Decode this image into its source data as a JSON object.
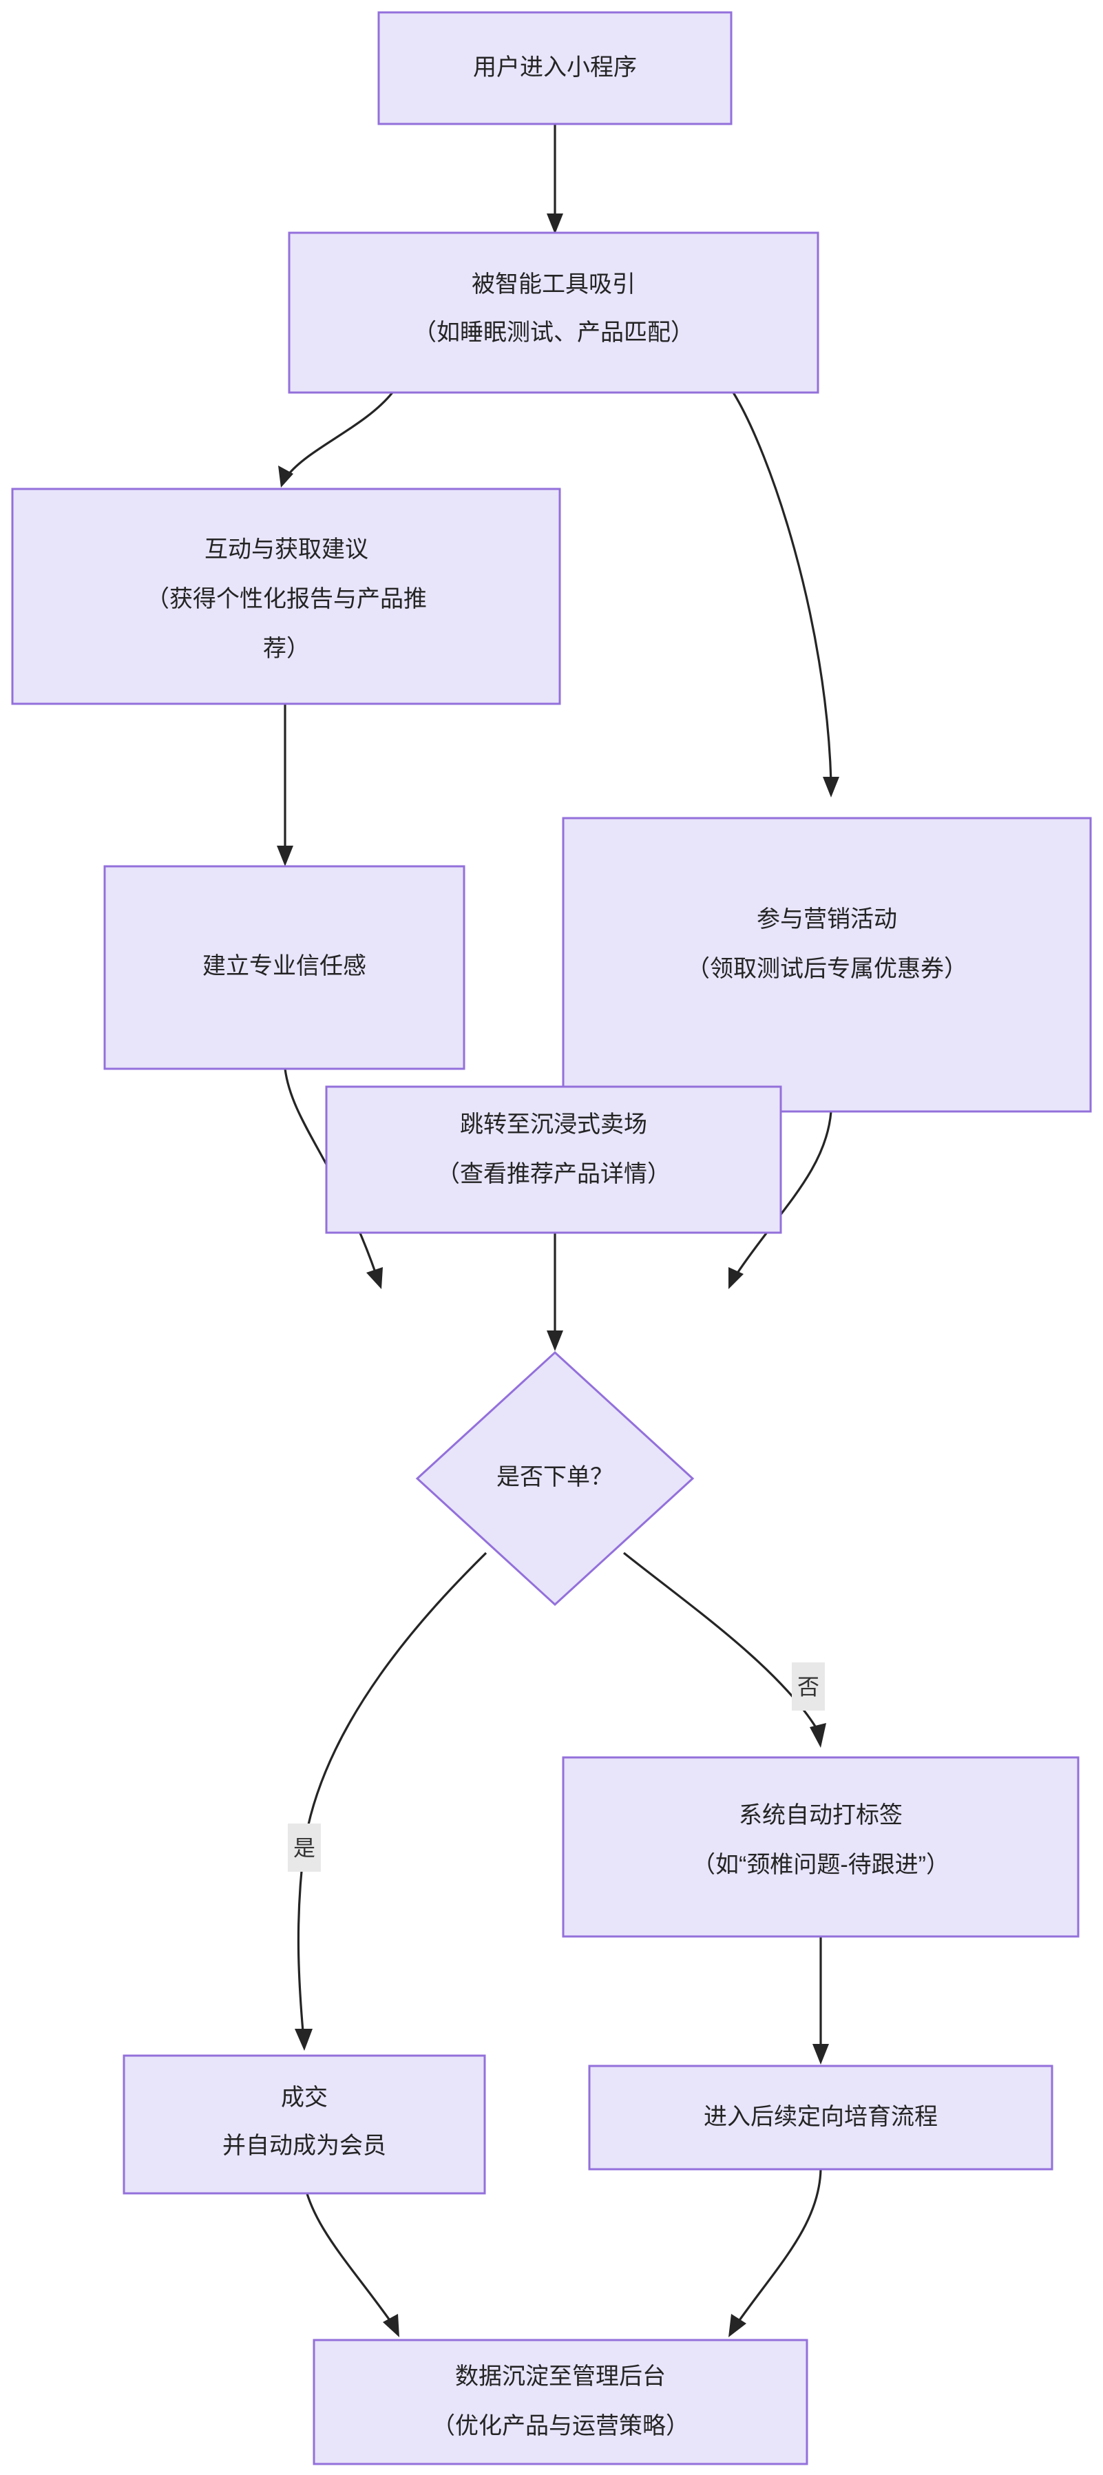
{
  "diagram": {
    "type": "flowchart",
    "direction": "top-to-bottom",
    "theme": {
      "node_fill": "#e8e4fa",
      "node_border": "#9370db",
      "edge_color": "#252525",
      "text_color": "#242424",
      "label_background": "#e8e8e8",
      "canvas_background": "#ffffff"
    },
    "nodes": [
      {
        "id": "n1",
        "shape": "rect",
        "lines": [
          "用户进入小程序"
        ]
      },
      {
        "id": "n2",
        "shape": "rect",
        "lines": [
          "被智能工具吸引",
          "（如睡眠测试、产品匹配）"
        ]
      },
      {
        "id": "n3",
        "shape": "rect",
        "lines": [
          "互动与获取建议",
          "（获得个性化报告与产品推",
          "荐）"
        ]
      },
      {
        "id": "n4",
        "shape": "rect",
        "lines": [
          "建立专业信任感"
        ]
      },
      {
        "id": "n5",
        "shape": "rect",
        "lines": [
          "参与营销活动",
          "（领取测试后专属优惠券）"
        ]
      },
      {
        "id": "n6",
        "shape": "rect",
        "lines": [
          "跳转至沉浸式卖场",
          "（查看推荐产品详情）"
        ]
      },
      {
        "id": "n7",
        "shape": "diamond",
        "lines": [
          "是否下单？"
        ]
      },
      {
        "id": "n8",
        "shape": "rect",
        "lines": [
          "系统自动打标签",
          "（如“颈椎问题-待跟进”）"
        ]
      },
      {
        "id": "n9",
        "shape": "rect",
        "lines": [
          "成交",
          "并自动成为会员"
        ]
      },
      {
        "id": "n10",
        "shape": "rect",
        "lines": [
          "进入后续定向培育流程"
        ]
      },
      {
        "id": "n11",
        "shape": "rect",
        "lines": [
          "数据沉淀至管理后台",
          "（优化产品与运营策略）"
        ]
      }
    ],
    "edges": [
      {
        "from": "n1",
        "to": "n2",
        "label": ""
      },
      {
        "from": "n2",
        "to": "n3",
        "label": ""
      },
      {
        "from": "n2",
        "to": "n5",
        "label": ""
      },
      {
        "from": "n3",
        "to": "n4",
        "label": ""
      },
      {
        "from": "n4",
        "to": "n6",
        "label": ""
      },
      {
        "from": "n5",
        "to": "n6",
        "label": ""
      },
      {
        "from": "n6",
        "to": "n7",
        "label": ""
      },
      {
        "from": "n7",
        "to": "n9",
        "label": "是"
      },
      {
        "from": "n7",
        "to": "n8",
        "label": "否"
      },
      {
        "from": "n8",
        "to": "n10",
        "label": ""
      },
      {
        "from": "n9",
        "to": "n11",
        "label": ""
      },
      {
        "from": "n10",
        "to": "n11",
        "label": ""
      }
    ]
  }
}
